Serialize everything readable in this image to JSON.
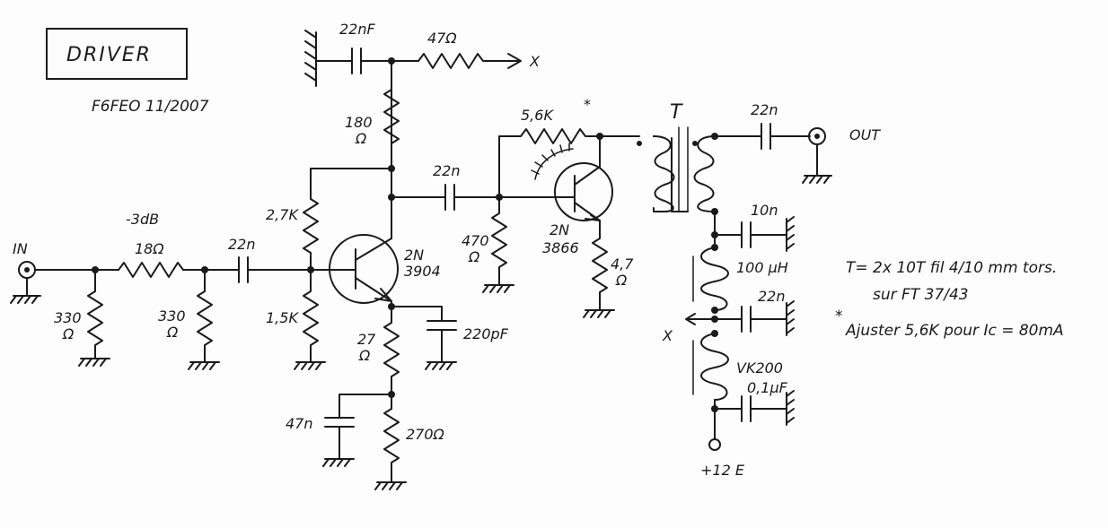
{
  "title": "DRIVER",
  "author": "F6FEO 11/2007",
  "input_label": "IN",
  "output_label": "OUT",
  "attenuator_label": "-3dB",
  "supply_label": "+12 E",
  "x_label": "X",
  "transformer_label": "T",
  "components": {
    "c_top": "22nF",
    "r_top": "47Ω",
    "r_coll": "180",
    "r_coll_unit": "Ω",
    "r_feedback": "5,6K",
    "c_out": "22n",
    "c_couple2": "22n",
    "c_in": "22n",
    "r_att_series": "18Ω",
    "r_att_shunt1": "330",
    "r_att_shunt1_unit": "Ω",
    "r_att_shunt2": "330",
    "r_att_shunt2_unit": "Ω",
    "r_bias_top": "2,7K",
    "r_bias_bot": "1,5K",
    "q1_prefix": "2N",
    "q1_number": "3904",
    "q2_prefix": "2N",
    "q2_number": "3866",
    "r_base2": "470",
    "r_base2_unit": "Ω",
    "r_emit2": "4,7",
    "r_emit2_unit": "Ω",
    "r_emit1": "27",
    "r_emit1_unit": "Ω",
    "c_emit1": "220pF",
    "c_emit_bypass": "47n",
    "r_emit_bot": "270Ω",
    "c_dec1": "10n",
    "l1": "100 µH",
    "c_dec2": "22n",
    "l2": "VK200",
    "c_dec3": "0,1µF"
  },
  "notes": {
    "transformer_line1": "T= 2x 10T fil 4/10 mm tors.",
    "transformer_line2": "sur FT 37/43",
    "adjust_star": "*",
    "adjust_text": "Ajuster 5,6K pour Ic = 80mA"
  }
}
